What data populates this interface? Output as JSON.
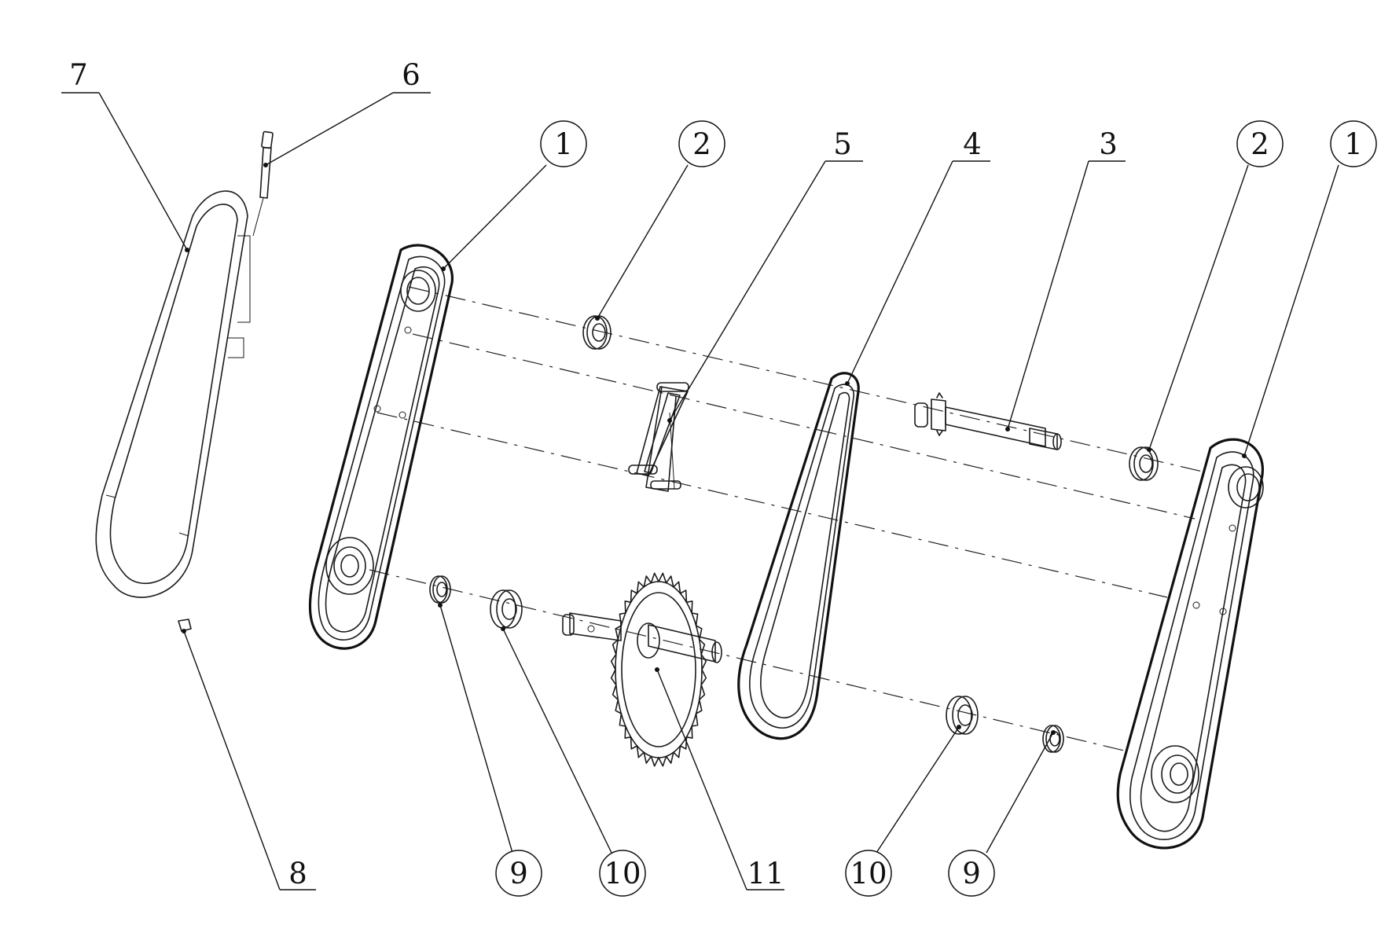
{
  "callouts": {
    "c7": "7",
    "c6": "6",
    "c1a": "1",
    "c2a": "2",
    "c5": "5",
    "c4": "4",
    "c3": "3",
    "c2b": "2",
    "c1b": "1",
    "c8": "8",
    "c9a": "9",
    "c10a": "10",
    "c11": "11",
    "c10b": "10",
    "c9b": "9"
  }
}
